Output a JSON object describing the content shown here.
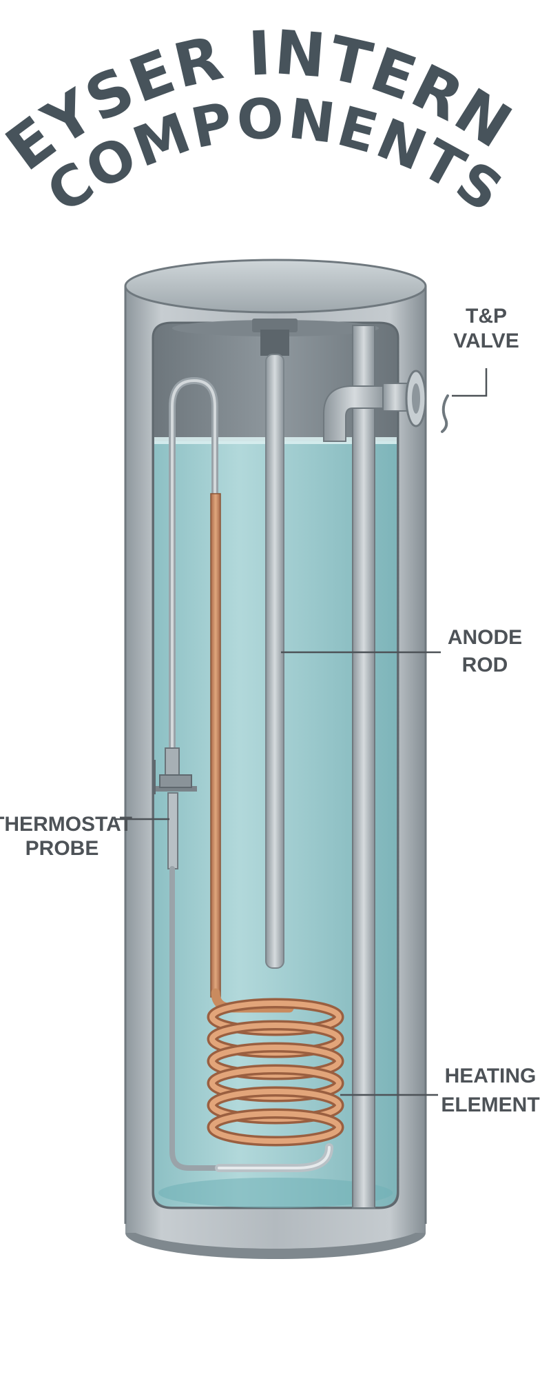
{
  "title": {
    "line1": "GEYSER INTERNAL",
    "line2": "COMPONENTS"
  },
  "labels": {
    "tp_valve": {
      "line1": "T&P",
      "line2": "VALVE"
    },
    "anode_rod": {
      "line1": "ANODE",
      "line2": "ROD"
    },
    "thermostat_probe": {
      "line1": "THERMOSTAT",
      "line2": "PROBE"
    },
    "heating_element": {
      "line1": "HEATING",
      "line2": "ELEMENT"
    }
  },
  "colors": {
    "title": "#47535b",
    "label": "#4d5257",
    "water": "#9fcfd2",
    "steel": "#aab2b8",
    "copper": "#c98b5f"
  }
}
